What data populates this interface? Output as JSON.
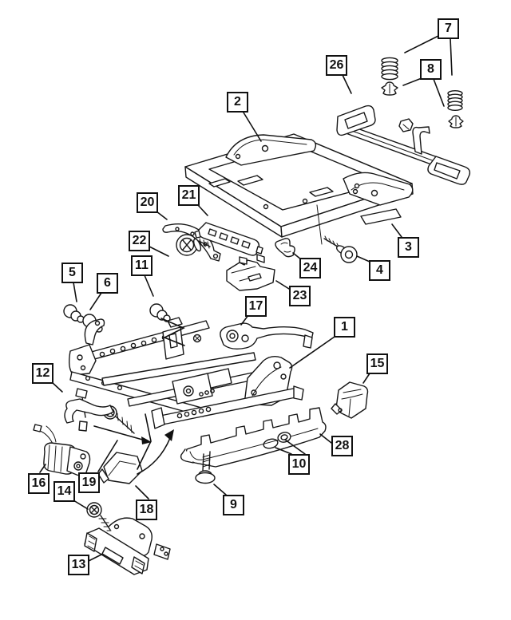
{
  "diagram": {
    "kind": "exploded-parts-diagram",
    "subject": "power seat adjuster / seat track assembly",
    "background_color": "#ffffff",
    "line_color": "#161616",
    "callout_box_color": "#ffffff",
    "callout_border_color": "#111111"
  },
  "callouts": {
    "1": {
      "label": "1"
    },
    "2": {
      "label": "2"
    },
    "3": {
      "label": "3"
    },
    "4": {
      "label": "4"
    },
    "5": {
      "label": "5"
    },
    "6": {
      "label": "6"
    },
    "7": {
      "label": "7"
    },
    "8": {
      "label": "8"
    },
    "9": {
      "label": "9"
    },
    "10": {
      "label": "10"
    },
    "11": {
      "label": "11"
    },
    "12": {
      "label": "12"
    },
    "13": {
      "label": "13"
    },
    "14": {
      "label": "14"
    },
    "15": {
      "label": "15"
    },
    "16": {
      "label": "16"
    },
    "17": {
      "label": "17"
    },
    "18": {
      "label": "18"
    },
    "19": {
      "label": "19"
    },
    "20": {
      "label": "20"
    },
    "21": {
      "label": "21"
    },
    "22": {
      "label": "22"
    },
    "23": {
      "label": "23"
    },
    "24": {
      "label": "24"
    },
    "26": {
      "label": "26"
    },
    "28": {
      "label": "28"
    }
  }
}
